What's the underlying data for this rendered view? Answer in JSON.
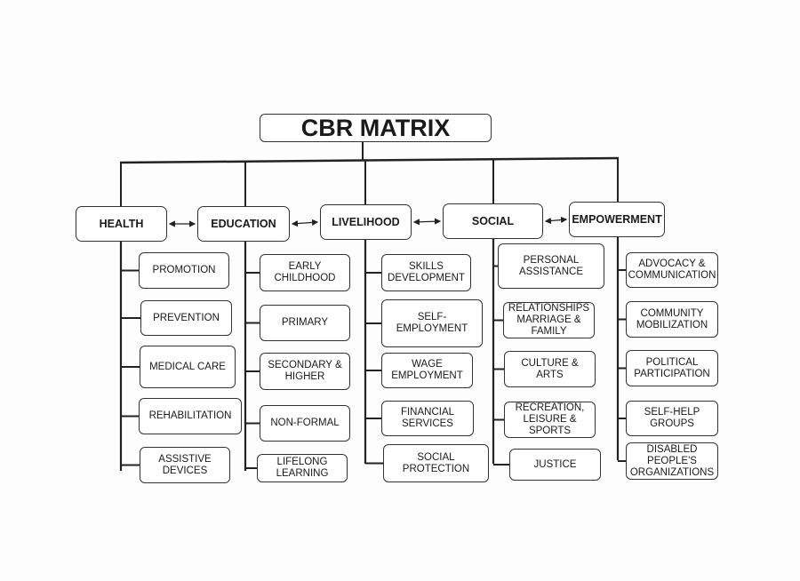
{
  "title": "CBR MATRIX",
  "columns": [
    {
      "label": "HEALTH",
      "items": [
        "PROMOTION",
        "PREVENTION",
        "MEDICAL CARE",
        "REHABILITATION",
        "ASSISTIVE\nDEVICES"
      ]
    },
    {
      "label": "EDUCATION",
      "items": [
        "EARLY\nCHILDHOOD",
        "PRIMARY",
        "SECONDARY &\nHIGHER",
        "NON-FORMAL",
        "LIFELONG\nLEARNING"
      ]
    },
    {
      "label": "LIVELIHOOD",
      "items": [
        "SKILLS\nDEVELOPMENT",
        "SELF-\nEMPLOYMENT",
        "WAGE\nEMPLOYMENT",
        "FINANCIAL\nSERVICES",
        "SOCIAL\nPROTECTION"
      ]
    },
    {
      "label": "SOCIAL",
      "items": [
        "PERSONAL\nASSISTANCE",
        "RELATIONSHIPS\nMARRIAGE &\nFAMILY",
        "CULTURE &\nARTS",
        "RECREATION,\nLEISURE &\nSPORTS",
        "JUSTICE"
      ]
    },
    {
      "label": "EMPOWERMENT",
      "items": [
        "ADVOCACY &\nCOMMUNICATION",
        "COMMUNITY\nMOBILIZATION",
        "POLITICAL\nPARTICIPATION",
        "SELF-HELP\nGROUPS",
        "DISABLED\nPEOPLE'S\nORGANIZATIONS"
      ]
    }
  ]
}
